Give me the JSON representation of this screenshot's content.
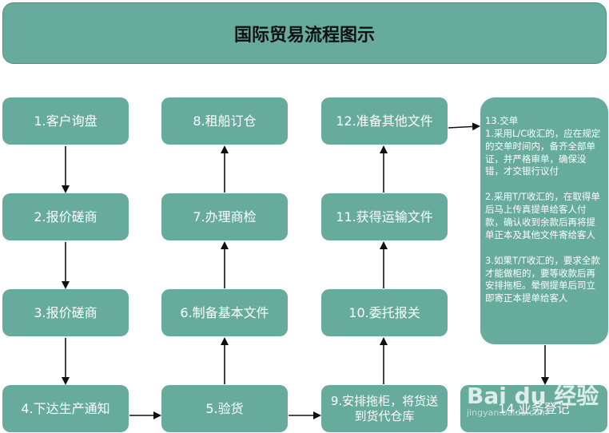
{
  "title": "国际贸易流程图示",
  "steps": {
    "s1": "1.客户询盘",
    "s2": "2.报价磋商",
    "s3": "3.报价磋商",
    "s4": "4.下达生产通知",
    "s5": "5.验货",
    "s6": "6.制备基本文件",
    "s7": "7.办理商检",
    "s8": "8.租船订仓",
    "s9": "9.安排拖柜，将货送到货代仓库",
    "s10": "10.委托报关",
    "s11": "11.获得运输文件",
    "s12": "12.准备其他文件",
    "s14": "14.业务登记"
  },
  "note": {
    "heading": "13.交单",
    "p1": "1.采用L/C收汇的，应在规定的交单时间内，备齐全部单证，并严格审单，确保没错，才交银行议付",
    "p2": "2.采用T/T收汇的，在取得单后马上传真提单给客人付款，确认收到余款后再将提单正本及其他文件寄给客人",
    "p3": "3.如果T/T收汇的，要求全款才能做柜的，要等收款后再安排拖柜。晕倒提单后司立即寄正本提单给客人"
  },
  "watermark": {
    "brand": "Bai du 经验",
    "url": "jingyan.baidu.com"
  }
}
